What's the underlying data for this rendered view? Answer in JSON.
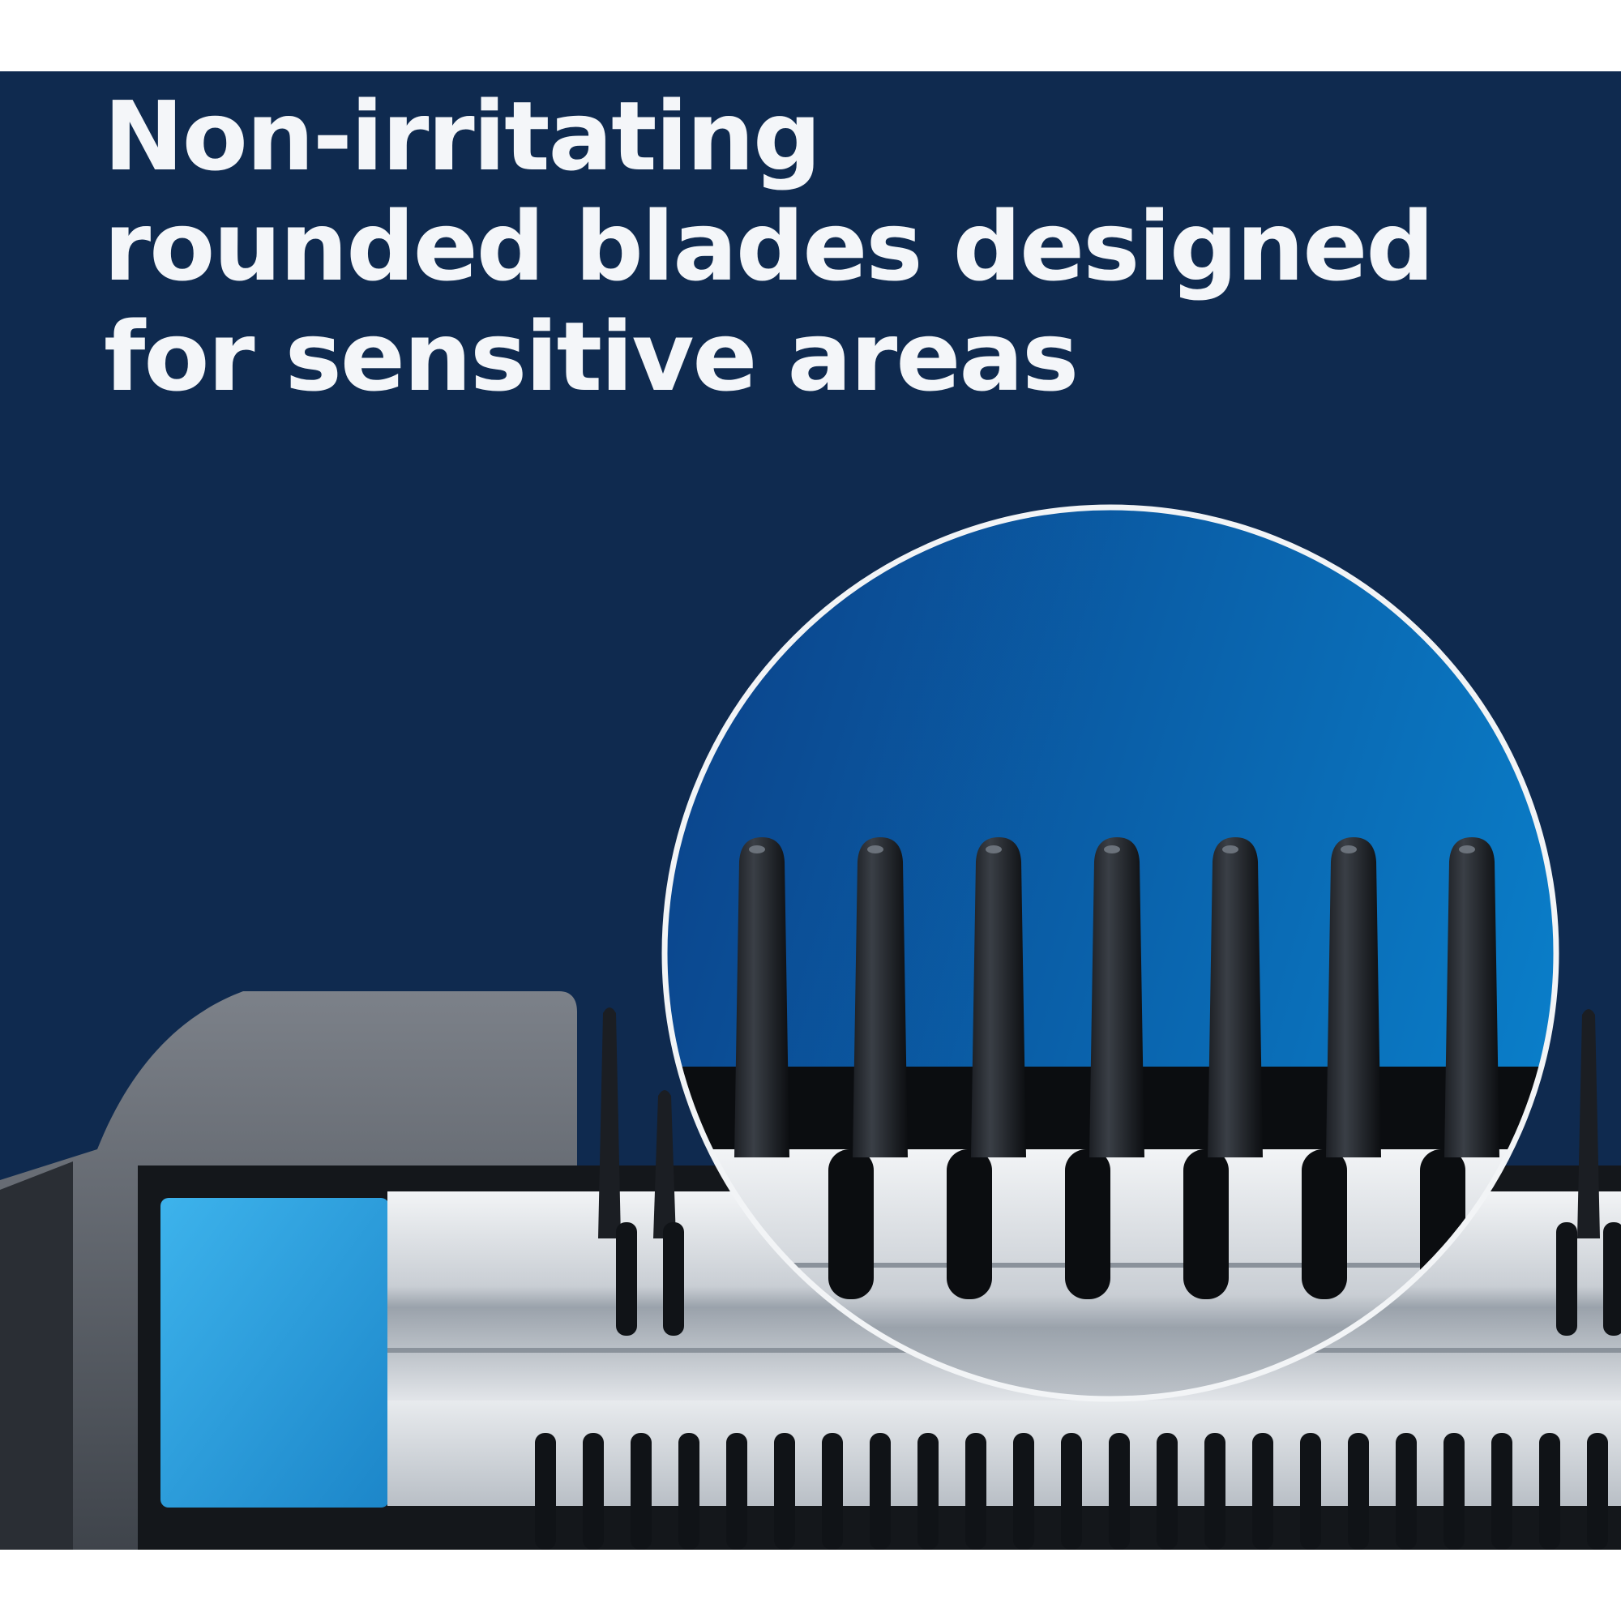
{
  "headline": {
    "line1": "Non-irritating",
    "line2": "rounded blades designed",
    "line3": "for sensitive areas"
  },
  "colors": {
    "background": "#0f2a4f",
    "page": "#ffffff",
    "text": "#f4f6f9",
    "accent_blue": "#2a9fe0",
    "magnifier_blue": "#0a5fa6",
    "steel": "#d7dbe0"
  },
  "illustration": {
    "subject": "trimmer blade close-up",
    "icons": [
      "magnifier-lens-icon"
    ]
  }
}
